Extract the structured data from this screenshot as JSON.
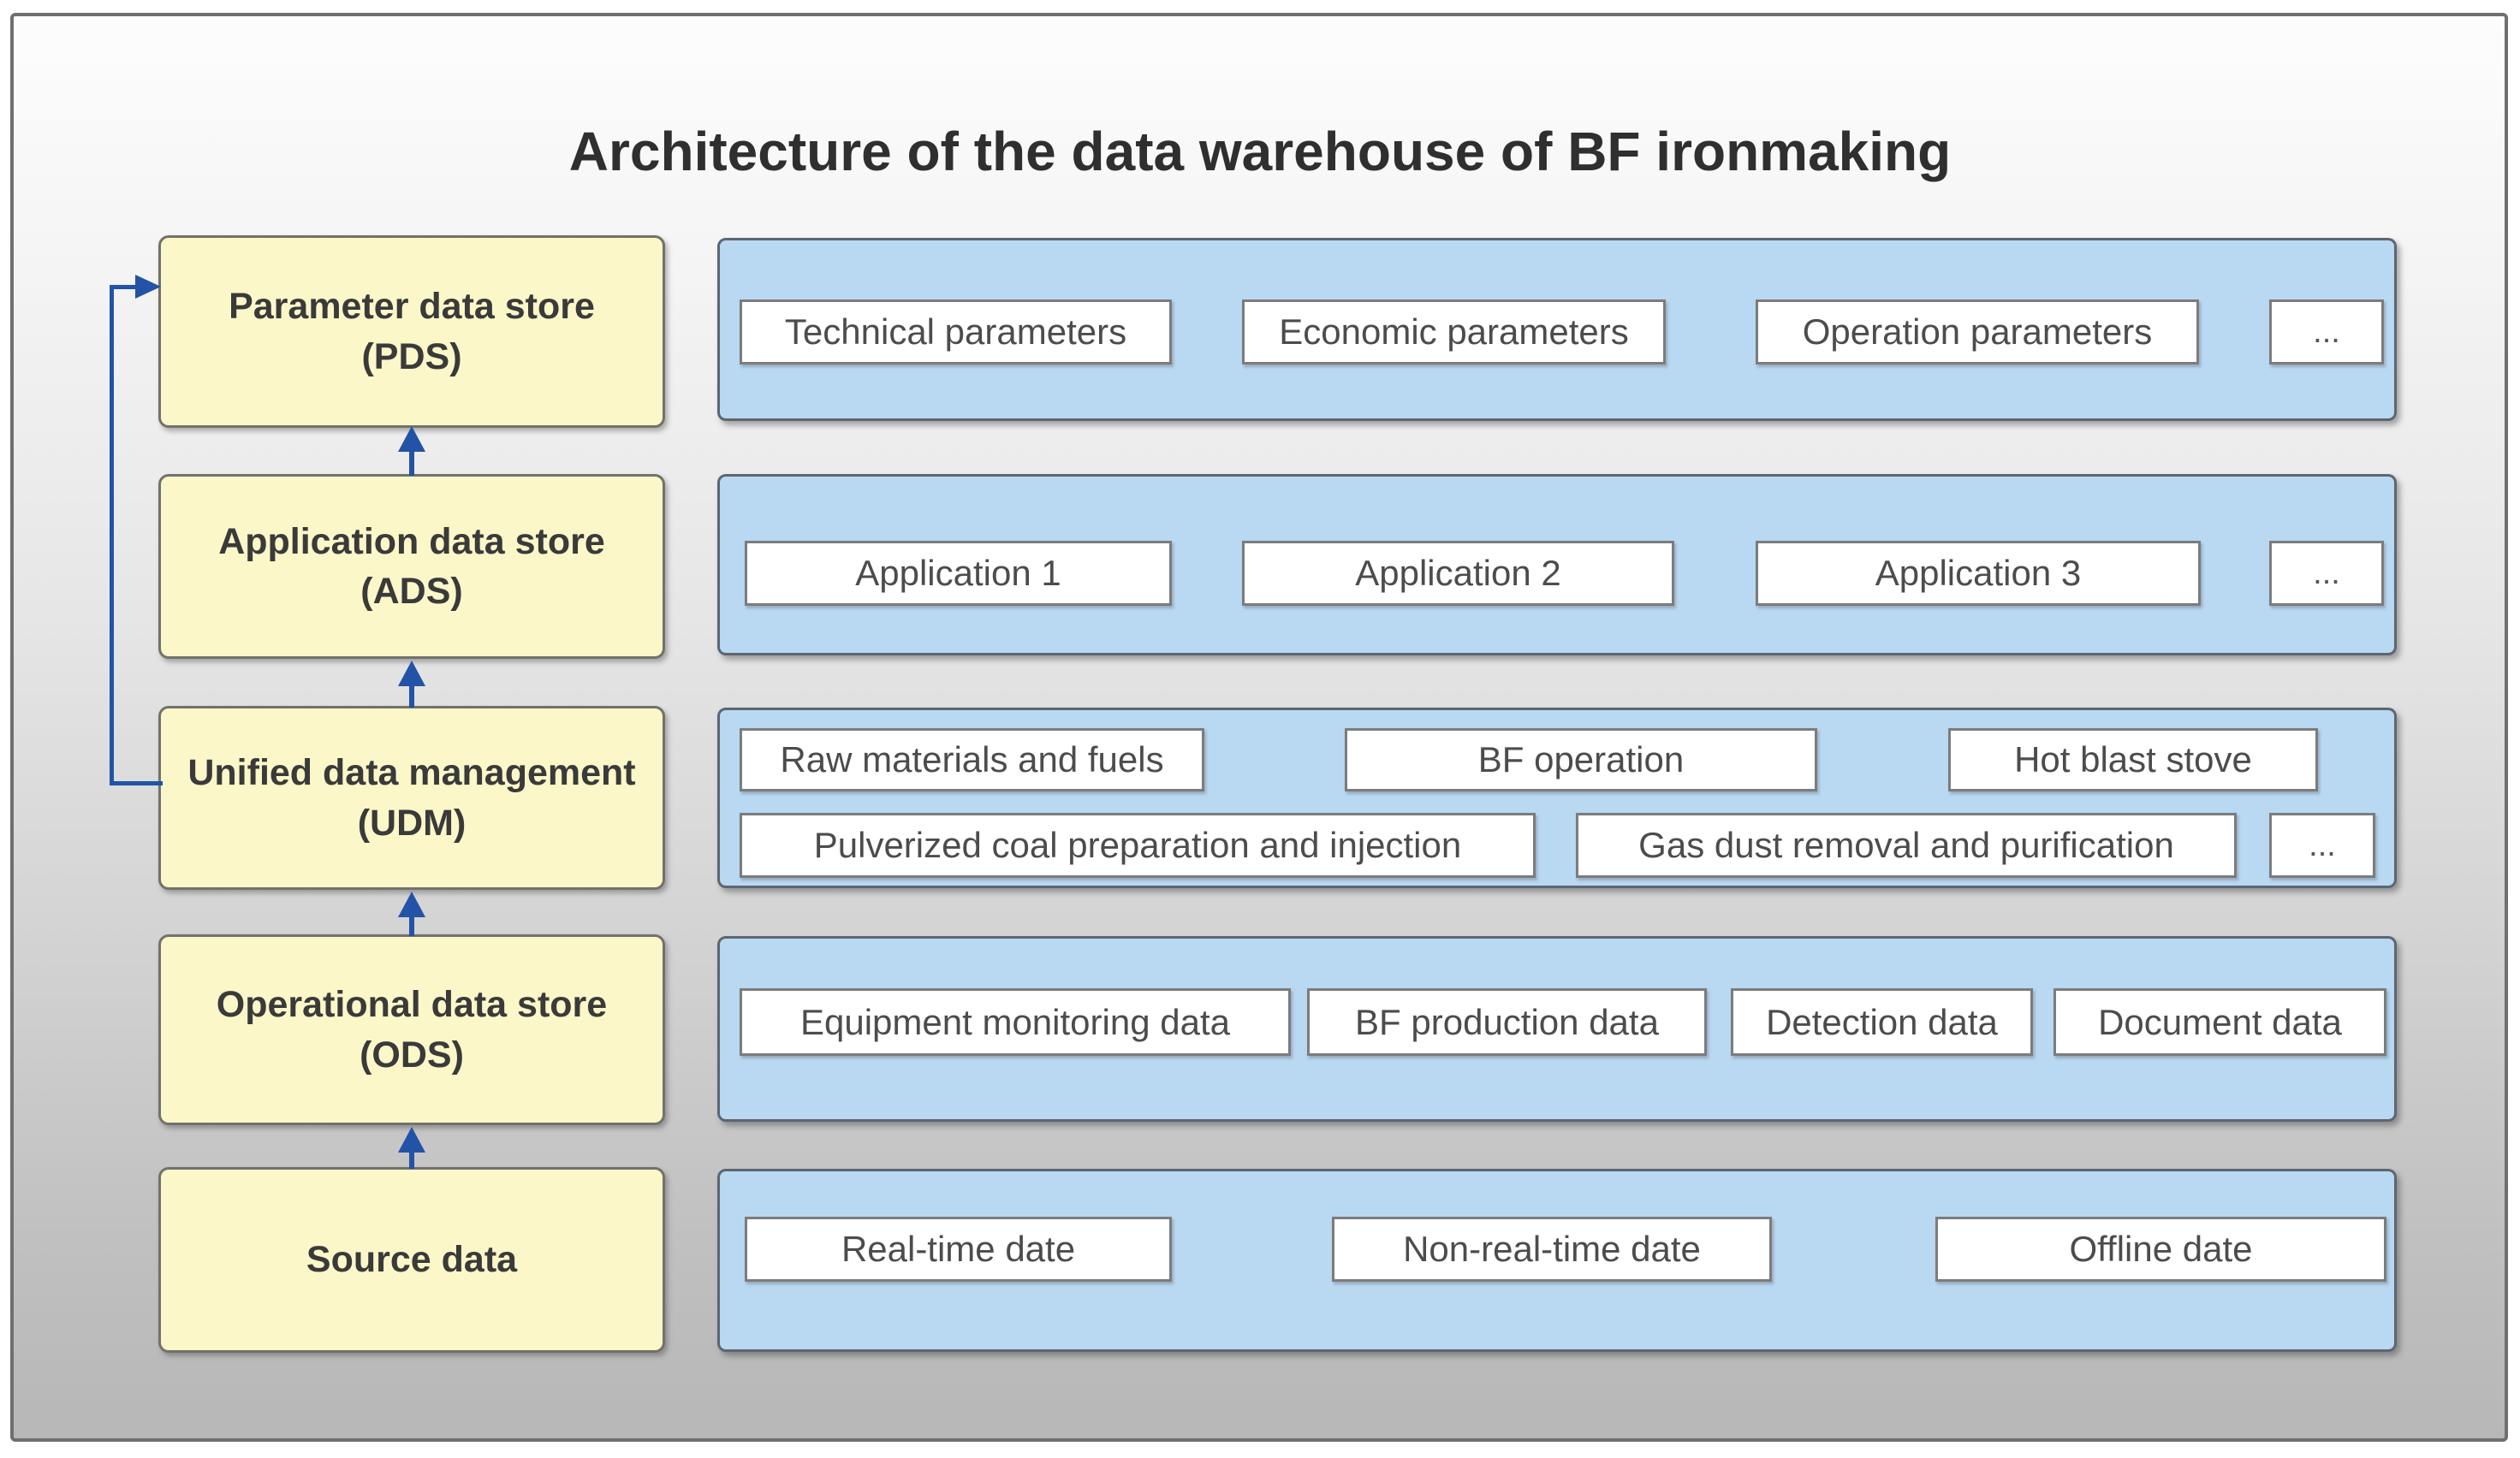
{
  "title": "Architecture of the data warehouse of BF ironmaking",
  "colors": {
    "layer_fill": "#fbf7c8",
    "layer_border": "#72726a",
    "panel_fill": "#b9d8f2",
    "panel_border": "#5d6673",
    "item_border": "#7c7c7c",
    "arrow_blue": "#2253a6",
    "title_color": "#2f2f2f",
    "background_top": "#fdfdfd",
    "background_bottom": "#b7b7b7"
  },
  "rows": [
    {
      "label": {
        "line1": "Parameter data store",
        "line2": "(PDS)"
      },
      "items": [
        "Technical parameters",
        "Economic parameters",
        "Operation parameters",
        "..."
      ]
    },
    {
      "label": {
        "line1": "Application data store",
        "line2": "(ADS)"
      },
      "items": [
        "Application 1",
        "Application 2",
        "Application 3",
        "..."
      ]
    },
    {
      "label": {
        "line1": "Unified data management",
        "line2": "(UDM)"
      },
      "row1": [
        "Raw materials and fuels",
        "BF operation",
        "Hot blast stove"
      ],
      "row2": [
        "Pulverized coal preparation and injection",
        "Gas dust removal and purification",
        "..."
      ]
    },
    {
      "label": {
        "line1": "Operational data store",
        "line2": "(ODS)"
      },
      "items": [
        "Equipment monitoring data",
        "BF production data",
        "Detection data",
        "Document data"
      ]
    },
    {
      "label": {
        "line1": "Source data"
      },
      "items": [
        "Real-time date",
        "Non-real-time date",
        "Offline date"
      ]
    }
  ]
}
